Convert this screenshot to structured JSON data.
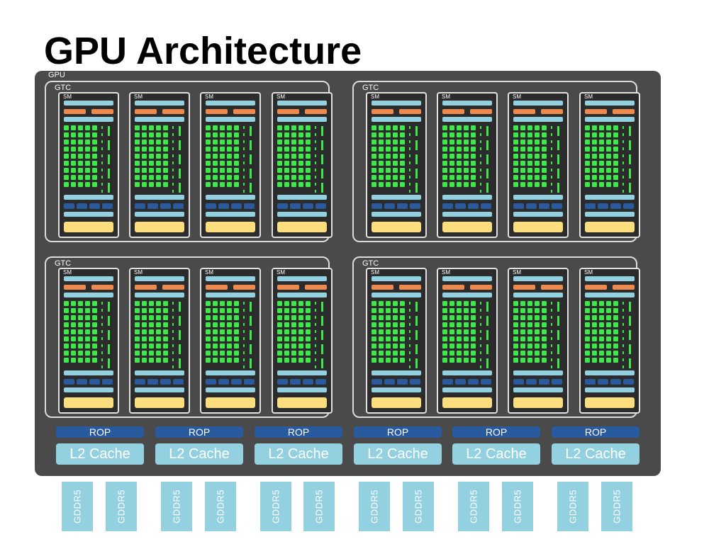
{
  "title": "GPU Architecture",
  "gpu": {
    "label": "GPU"
  },
  "gtcs": [
    {
      "label": "GTC",
      "sms": [
        "SM",
        "SM",
        "SM",
        "SM"
      ]
    },
    {
      "label": "GTC",
      "sms": [
        "SM",
        "SM",
        "SM",
        "SM"
      ]
    },
    {
      "label": "GTC",
      "sms": [
        "SM",
        "SM",
        "SM",
        "SM"
      ]
    },
    {
      "label": "GTC",
      "sms": [
        "SM",
        "SM",
        "SM",
        "SM"
      ]
    }
  ],
  "memory_partitions": [
    {
      "rop": "ROP",
      "l2": "L2 Cache",
      "gddr": [
        "GDDR5",
        "GDDR5"
      ]
    },
    {
      "rop": "ROP",
      "l2": "L2 Cache",
      "gddr": [
        "GDDR5",
        "GDDR5"
      ]
    },
    {
      "rop": "ROP",
      "l2": "L2 Cache",
      "gddr": [
        "GDDR5",
        "GDDR5"
      ]
    },
    {
      "rop": "ROP",
      "l2": "L2 Cache",
      "gddr": [
        "GDDR5",
        "GDDR5"
      ]
    },
    {
      "rop": "ROP",
      "l2": "L2 Cache",
      "gddr": [
        "GDDR5",
        "GDDR5"
      ]
    },
    {
      "rop": "ROP",
      "l2": "L2 Cache",
      "gddr": [
        "GDDR5",
        "GDDR5"
      ]
    }
  ],
  "colors": {
    "background": "#ffffff",
    "gpu_body": "#4a4a4a",
    "sm_body": "#2c2c2c",
    "cache_bar": "#93d0e0",
    "scheduler_bar": "#ef8a4f",
    "core": "#3ee74a",
    "rop": "#2a5a9e",
    "shared_memory": "#fdde7e"
  }
}
